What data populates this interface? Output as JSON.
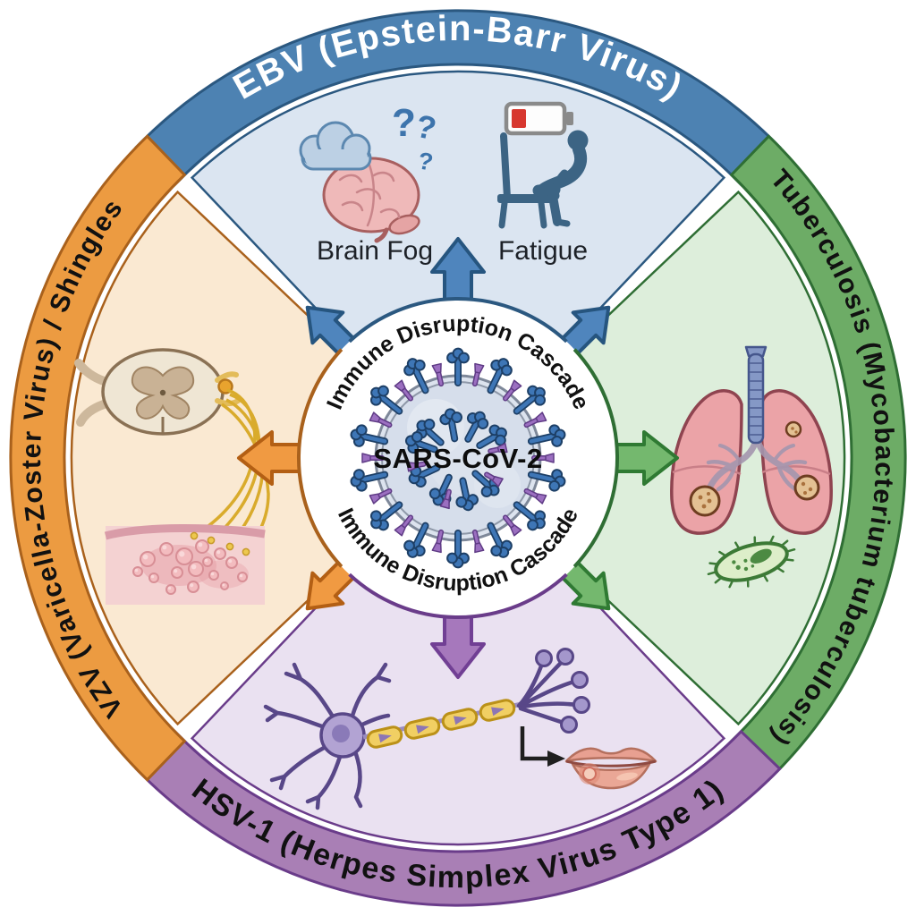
{
  "center": {
    "virus_label": "SARS-CoV-2",
    "cascade_label_top": "Immune Disruption Cascade",
    "cascade_label_bottom": "Immune Disruption Cascade",
    "virus_icon": "coronavirus-icon",
    "virus_colors": {
      "body": "#d8dfec",
      "spike_blue": "#3e76b6",
      "spike_purple": "#9b6fc0",
      "membrane": "#7e8899"
    }
  },
  "quadrants": {
    "top": {
      "id": "ebv",
      "label": "EBV (Epstein-Barr Virus)",
      "band_color": "#4d82b2",
      "band_outline": "#2b5880",
      "fill_color": "#dbe5f1",
      "label_color": "#ffffff",
      "symptoms": [
        {
          "label": "Brain Fog",
          "icons": [
            "cloud-icon",
            "brain-icon",
            "question-marks-icon"
          ]
        },
        {
          "label": "Fatigue",
          "icons": [
            "low-battery-icon",
            "slumped-person-chair-icon"
          ]
        }
      ]
    },
    "right": {
      "id": "tuberculosis",
      "label": "Tuberculosis (Mycobacterium tuberculosis)",
      "band_color": "#6dac66",
      "band_outline": "#2f6e34",
      "fill_color": "#ddeedb",
      "label_color": "#111111",
      "icons": [
        "lungs-with-granulomas-icon",
        "mycobacterium-icon"
      ]
    },
    "bottom": {
      "id": "hsv1",
      "label": "HSV-1 (Herpes Simplex Virus Type 1)",
      "band_color": "#a97fb5",
      "band_outline": "#6a3c8a",
      "fill_color": "#eae1f1",
      "label_color": "#111111",
      "icons": [
        "neuron-myelinated-axon-icon",
        "elbow-arrow-icon",
        "lips-cold-sore-icon"
      ]
    },
    "left": {
      "id": "vzv",
      "label": "VZV (Varicella-Zoster Virus) / Shingles",
      "band_color": "#ec9b41",
      "band_outline": "#a9611c",
      "fill_color": "#fae9d2",
      "label_color": "#111111",
      "icons": [
        "spinal-cord-ganglion-icon",
        "nerve-fibers-icon",
        "skin-rash-icon"
      ]
    }
  },
  "arrows": {
    "count": 8,
    "directions": [
      "up",
      "up-left",
      "up-right",
      "right",
      "down-right",
      "down",
      "down-left",
      "left"
    ],
    "colors": {
      "up": "#4f85bd",
      "up-left": "#4f85bd",
      "up-right": "#4f85bd",
      "right": "#74b86e",
      "down-right": "#74b86e",
      "down": "#a678bc",
      "down-left": "#f09a42",
      "left": "#f09a42"
    }
  }
}
